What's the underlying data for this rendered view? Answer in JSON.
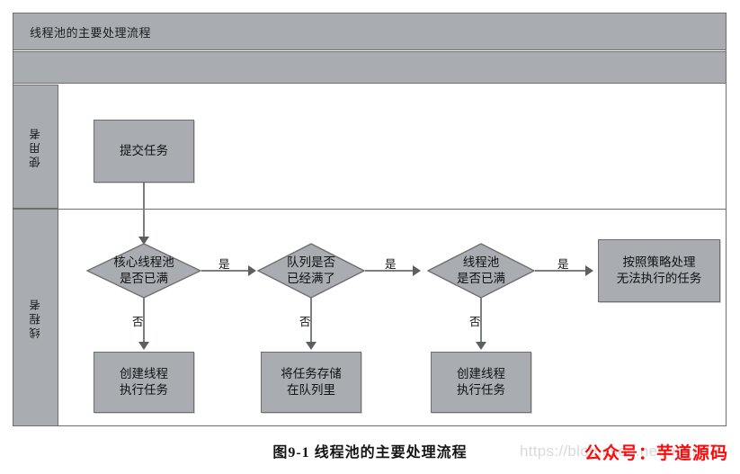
{
  "diagram": {
    "title": "线程池的主要处理流程",
    "caption": "图9-1  线程池的主要处理流程",
    "lanes": [
      {
        "id": "user",
        "label": "使用者"
      },
      {
        "id": "thread",
        "label": "线程者"
      }
    ],
    "nodes": [
      {
        "id": "submit",
        "shape": "box",
        "text_line1": "提交任务",
        "text_line2": ""
      },
      {
        "id": "core-full",
        "shape": "diamond",
        "text_line1": "核心线程池",
        "text_line2": "是否已满"
      },
      {
        "id": "queue-full",
        "shape": "diamond",
        "text_line1": "队列是否",
        "text_line2": "已经满了"
      },
      {
        "id": "pool-full",
        "shape": "diamond",
        "text_line1": "线程池",
        "text_line2": "是否已满"
      },
      {
        "id": "reject-policy",
        "shape": "box",
        "text_line1": "按照策略处理",
        "text_line2": "无法执行的任务"
      },
      {
        "id": "create-thread-1",
        "shape": "box",
        "text_line1": "创建线程",
        "text_line2": "执行任务"
      },
      {
        "id": "store-queue",
        "shape": "box",
        "text_line1": "将任务存储",
        "text_line2": "在队列里"
      },
      {
        "id": "create-thread-2",
        "shape": "box",
        "text_line1": "创建线程",
        "text_line2": "执行任务"
      }
    ],
    "edge_labels": {
      "yes": "是",
      "no": "否"
    },
    "edges": [
      {
        "from": "submit",
        "to": "core-full",
        "label": ""
      },
      {
        "from": "core-full",
        "to": "queue-full",
        "label": "是"
      },
      {
        "from": "core-full",
        "to": "create-thread-1",
        "label": "否"
      },
      {
        "from": "queue-full",
        "to": "pool-full",
        "label": "是"
      },
      {
        "from": "queue-full",
        "to": "store-queue",
        "label": "否"
      },
      {
        "from": "pool-full",
        "to": "reject-policy",
        "label": "是"
      },
      {
        "from": "pool-full",
        "to": "create-thread-2",
        "label": "否"
      }
    ],
    "colors": {
      "node_fill": "#a9adb2",
      "node_border": "#6e6e6e",
      "connector": "#7b7f84",
      "watermark_red": "#fb0b0b",
      "watermark_gray": "#d9d9d9"
    }
  },
  "watermarks": {
    "url": "https://blog.csdn.net/user",
    "red_text": "公众号：芋道源码"
  }
}
